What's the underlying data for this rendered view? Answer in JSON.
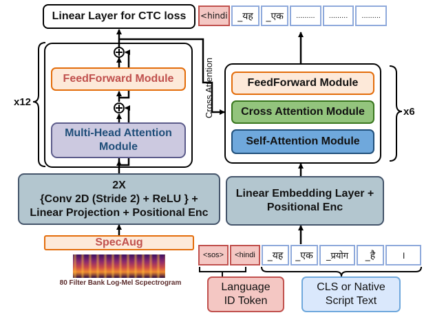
{
  "encoder": {
    "ctc_label": "Linear Layer for CTC loss",
    "repeat_label": "x12",
    "feedforward_label": "FeedForward Module",
    "attention_label": "Multi-Head Attention Module",
    "conv_line1": "2X",
    "conv_line2": "{Conv 2D (Stride 2) + ReLU } +",
    "conv_line3": "Linear Projection + Positional Enc",
    "specaug_label": "SpecAug",
    "spectrogram_caption": "80 Filter Bank Log-Mel Scpectrogram"
  },
  "connector": {
    "cross_attention_label": "Cross Attention"
  },
  "decoder": {
    "repeat_label": "x6",
    "feedforward_label": "FeedForward Module",
    "cross_attention_label": "Cross Attention Module",
    "self_attention_label": "Self-Attention Module",
    "embedding_line1": "Linear Embedding Layer +",
    "embedding_line2": "Positional Enc"
  },
  "output_tokens": [
    "<hindi",
    "_यह",
    "_एक",
    ".........",
    ".........",
    "........."
  ],
  "input_tokens": [
    "<sos>",
    "<hindi",
    "_यह",
    "_एक",
    "_प्रयोग",
    "_है",
    "।"
  ],
  "legend": {
    "language_line1": "Language",
    "language_line2": "ID Token",
    "script_line1": "CLS or Native",
    "script_line2": "Script Text"
  },
  "colors": {
    "feedforward_fill": "#fde9d9",
    "feedforward_border": "#e36c09",
    "attention_fill": "#ccc9e0",
    "conv_fill": "#b3c6cf",
    "cross_attention_fill": "#93c47d",
    "self_attention_fill": "#6fa8dc",
    "language_fill": "#f4c7c3",
    "script_fill": "#dae8fc",
    "token_border": "#8ea9db"
  }
}
